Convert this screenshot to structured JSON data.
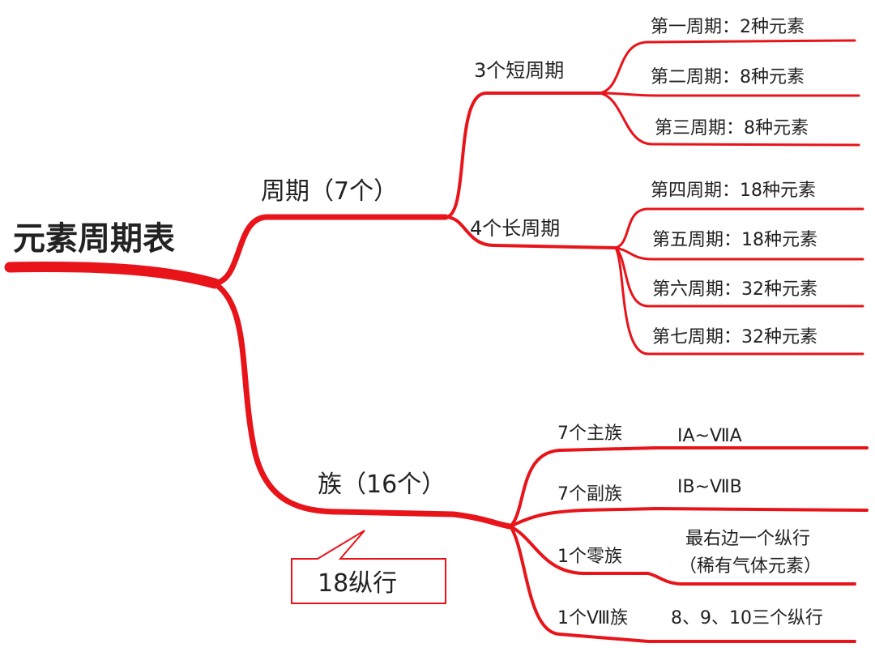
{
  "root": "元素周期表",
  "colors": {
    "branch": "#e8141a",
    "text": "#222222"
  },
  "periods": {
    "label": "周期（7个）",
    "short": {
      "label": "3个短周期",
      "items": [
        "第一周期：2种元素",
        "第二周期：8种元素",
        "第三周期：8种元素"
      ]
    },
    "long": {
      "label": "4个长周期",
      "items": [
        "第四周期：18种元素",
        "第五周期：18种元素",
        "第六周期：32种元素",
        "第七周期：32种元素"
      ]
    }
  },
  "groups": {
    "label": "族（16个）",
    "callout": "18纵行",
    "items": [
      {
        "label": "7个主族",
        "desc": "ⅠA~ⅦA"
      },
      {
        "label": "7个副族",
        "desc": "ⅠB~ⅦB"
      },
      {
        "label": "1个零族",
        "desc": "最右边一个纵行",
        "desc2": "（稀有气体元素）"
      },
      {
        "label": "1个Ⅷ族",
        "desc": "8、9、10三个纵行"
      }
    ]
  }
}
